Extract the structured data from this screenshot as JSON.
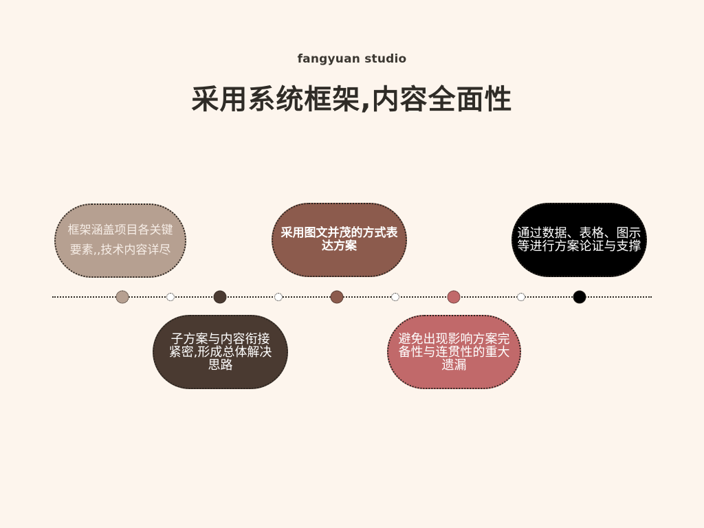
{
  "header": {
    "studio": "fangyuan studio",
    "title": "采用系统框架,内容全面性"
  },
  "colors": {
    "background": "#fdf5ed",
    "taupe": "#b6a091",
    "dark_brown": "#4a3a31",
    "mauve_brown": "#8c5b4d",
    "rose": "#c1696a",
    "black": "#000000"
  },
  "timeline": {
    "items": [
      {
        "label": "框架涵盖项目各关键要素,,技术内容详尽",
        "position": "top",
        "color": "#b6a091"
      },
      {
        "label": "子方案与内容衔接紧密,形成总体解决思路",
        "position": "bottom",
        "color": "#4a3a31"
      },
      {
        "label": "采用图文并茂的方式表达方案",
        "position": "top",
        "color": "#8c5b4d"
      },
      {
        "label": "避免出现影响方案完备性与连贯性的重大遗漏",
        "position": "bottom",
        "color": "#c1696a"
      },
      {
        "label": "通过数据、表格、图示等进行方案论证与支撑",
        "position": "top",
        "color": "#000000"
      }
    ]
  }
}
